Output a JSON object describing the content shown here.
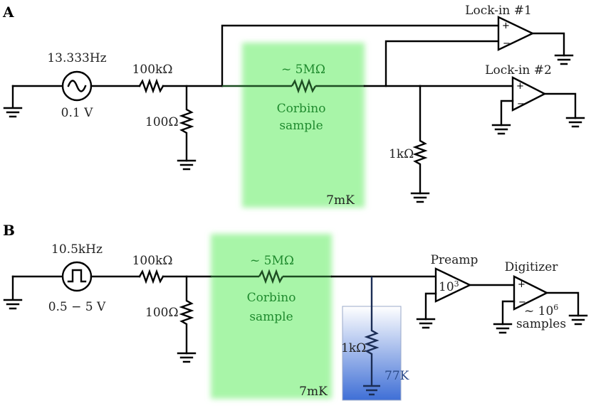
{
  "panel_a": {
    "label": "A",
    "source_freq": "13.333Hz",
    "source_amp": "0.1 V",
    "r_series": "100kΩ",
    "r_shunt": "100Ω",
    "sample_r": "~ 5MΩ",
    "sample_name_1": "Corbino",
    "sample_name_2": "sample",
    "temp": "7mK",
    "r_meas": "1kΩ",
    "lockin1": "Lock-in #1",
    "lockin2": "Lock-in #2"
  },
  "panel_b": {
    "label": "B",
    "source_freq": "10.5kHz",
    "source_amp": "0.5 − 5 V",
    "r_series": "100kΩ",
    "r_shunt": "100Ω",
    "sample_r": "~ 5MΩ",
    "sample_name_1": "Corbino",
    "sample_name_2": "sample",
    "temp": "7mK",
    "r_meas": "1kΩ",
    "temp_meas": "77K",
    "preamp": "Preamp",
    "preamp_gain_base": "10",
    "preamp_gain_exp": "3",
    "digitizer": "Digitizer",
    "dig_samples_1_base": "~ 10",
    "dig_samples_1_exp": "6",
    "dig_samples_2": "samples"
  },
  "colors": {
    "cold_region": "#a8f5a8",
    "ln2_region_top": "#ffffff",
    "ln2_region_bottom": "#3f6fd6",
    "wire": "#000000"
  }
}
